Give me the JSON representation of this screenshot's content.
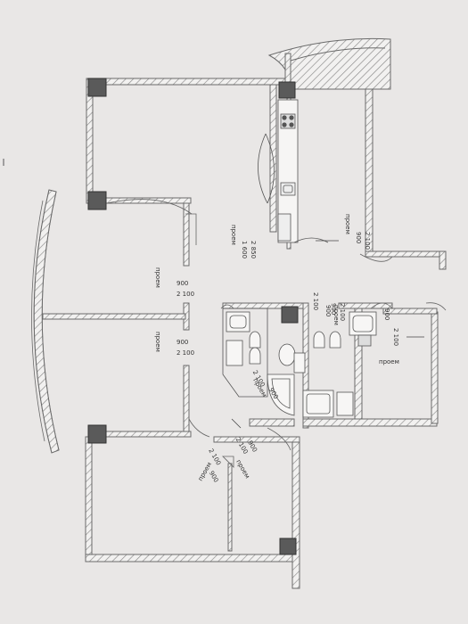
{
  "plan": {
    "colors": {
      "paper": "#e9e7e6",
      "wall": "#6a6a6a",
      "hatch": "#8a8a8a",
      "column": "#555555"
    },
    "openings": [
      {
        "id": "center-top",
        "word": "проем",
        "width": "1 600",
        "height": "2 850"
      },
      {
        "id": "kitchen",
        "word": "проем",
        "width": "900",
        "height": "2 100"
      },
      {
        "id": "corridor-upper",
        "word": "проем",
        "width": "900",
        "height": "2 100"
      },
      {
        "id": "corridor-lower",
        "word": "проем",
        "width": "900",
        "height": "2 100"
      },
      {
        "id": "bath-upper",
        "word": "проем",
        "width": "900",
        "height": "2 100"
      },
      {
        "id": "bath-lower",
        "word": "проем",
        "width": "900",
        "height": "2 100"
      },
      {
        "id": "right-room",
        "word": "проем",
        "width": "900",
        "height": "2 100"
      },
      {
        "id": "bedroom-left",
        "word": "проем",
        "width": "900",
        "height": "2 100"
      },
      {
        "id": "bedroom-right",
        "word": "проем",
        "width": "900",
        "height": "2 100"
      },
      {
        "id": "right-wc",
        "word": "",
        "width": "900",
        "height": "2 100"
      }
    ]
  }
}
